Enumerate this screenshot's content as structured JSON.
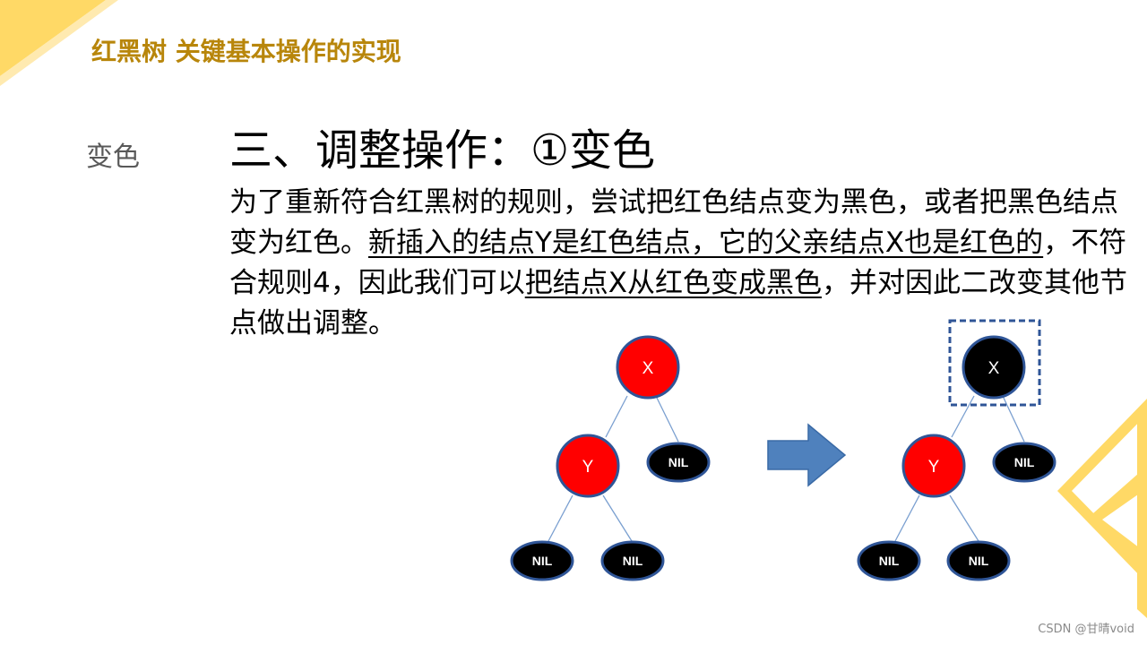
{
  "slide": {
    "title": "红黑树 关键基本操作的实现",
    "side_label": "变色",
    "heading": "三、调整操作：①变色",
    "body": {
      "part1": "为了重新符合红黑树的规则，尝试把红色结点变为黑色，或者把黑色结点变为红色。",
      "part2_underlined": "新插入的结点Y是红色结点，它的父亲结点X也是红色的",
      "part3": "，不符合规则4，因此我们可以",
      "part4_underlined": "把结点X从红色变成黑色",
      "part5": "，并对因此二改变其他节点做出调整。"
    }
  },
  "diagram": {
    "before_tree": {
      "root": {
        "label": "X",
        "color": "#ff0000"
      },
      "left": {
        "label": "Y",
        "color": "#ff0000"
      },
      "right": {
        "label": "NIL",
        "color": "#000000"
      },
      "left_left": {
        "label": "NIL",
        "color": "#000000"
      },
      "left_right": {
        "label": "NIL",
        "color": "#000000"
      }
    },
    "after_tree": {
      "root": {
        "label": "X",
        "color": "#000000",
        "highlighted": true
      },
      "left": {
        "label": "Y",
        "color": "#ff0000"
      },
      "right": {
        "label": "NIL",
        "color": "#000000"
      },
      "left_left": {
        "label": "NIL",
        "color": "#000000"
      },
      "left_right": {
        "label": "NIL",
        "color": "#000000"
      }
    },
    "arrow_color": "#4f81bd",
    "node_border_color": "#2f5597",
    "edge_color": "#7a9fd0"
  },
  "theme": {
    "accent_yellow": "#ffd966",
    "title_color": "#b8860b"
  },
  "watermark": "CSDN @甘晴void"
}
